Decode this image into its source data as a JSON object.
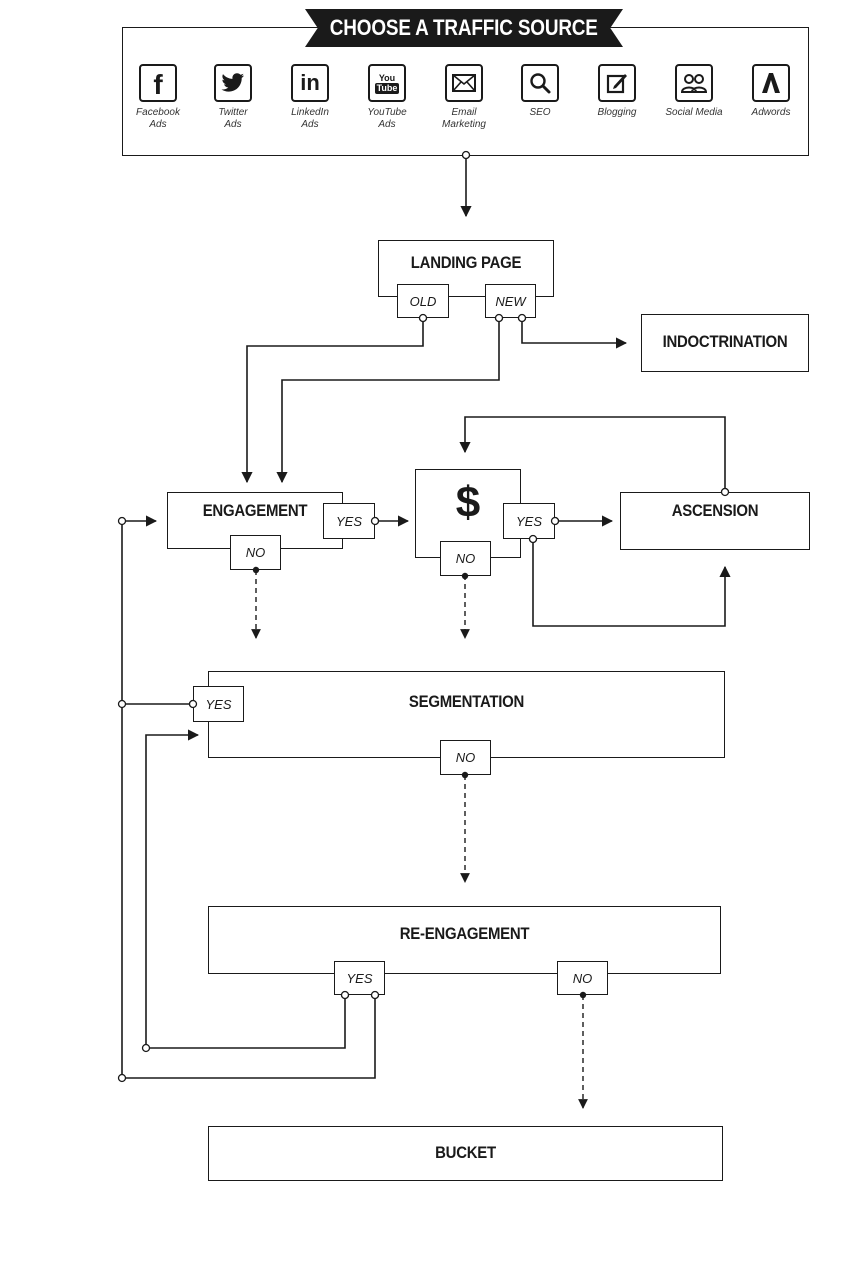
{
  "header": {
    "title": "CHOOSE A TRAFFIC SOURCE"
  },
  "sources": [
    {
      "label": "Facebook\nAds",
      "icon": "facebook-icon"
    },
    {
      "label": "Twitter\nAds",
      "icon": "twitter-icon"
    },
    {
      "label": "LinkedIn\nAds",
      "icon": "linkedin-icon"
    },
    {
      "label": "YouTube\nAds",
      "icon": "youtube-icon"
    },
    {
      "label": "Email\nMarketing",
      "icon": "email-icon"
    },
    {
      "label": "SEO",
      "icon": "search-icon"
    },
    {
      "label": "Blogging",
      "icon": "blogging-icon"
    },
    {
      "label": "Social Media",
      "icon": "social-media-icon"
    },
    {
      "label": "Adwords",
      "icon": "adwords-icon"
    }
  ],
  "icon_text": {
    "youtube_top": "You",
    "youtube_bottom": "Tube",
    "linkedin": "in",
    "facebook": "f"
  },
  "nodes": {
    "landing_page": {
      "title": "LANDING PAGE",
      "old": "OLD",
      "new": "NEW"
    },
    "indoctrination": {
      "title": "INDOCTRINATION"
    },
    "engagement": {
      "title": "ENGAGEMENT",
      "yes": "YES",
      "no": "NO"
    },
    "purchase": {
      "symbol": "$",
      "yes": "YES",
      "no": "NO"
    },
    "ascension": {
      "title": "ASCENSION"
    },
    "segmentation": {
      "title": "SEGMENTATION",
      "yes": "YES",
      "no": "NO"
    },
    "reengagement": {
      "title": "RE-ENGAGEMENT",
      "yes": "YES",
      "no": "NO"
    },
    "bucket": {
      "title": "BUCKET"
    }
  }
}
